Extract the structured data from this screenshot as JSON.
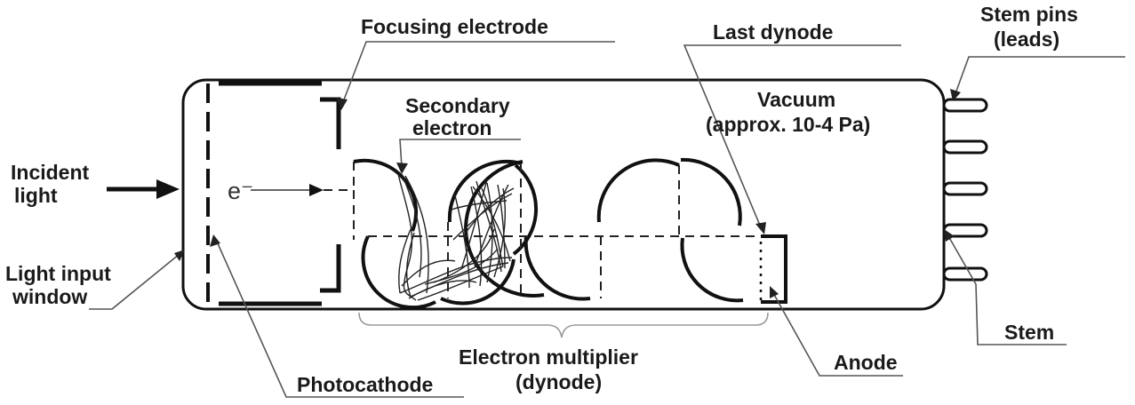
{
  "labels": {
    "focusing_electrode": "Focusing electrode",
    "last_dynode": "Last dynode",
    "stem_pins_1": "Stem pins",
    "stem_pins_2": "(leads)",
    "secondary_electron_1": "Secondary",
    "secondary_electron_2": "electron",
    "vacuum_1": "Vacuum",
    "vacuum_2": "(approx. 10-4 Pa)",
    "incident_light_1": "Incident",
    "incident_light_2": "light",
    "electron_symbol": "e⁻",
    "light_input_window_1": "Light input",
    "light_input_window_2": "window",
    "stem": "Stem",
    "electron_multiplier_1": "Electron multiplier",
    "electron_multiplier_2": "(dynode)",
    "anode": "Anode",
    "photocathode": "Photocathode"
  }
}
